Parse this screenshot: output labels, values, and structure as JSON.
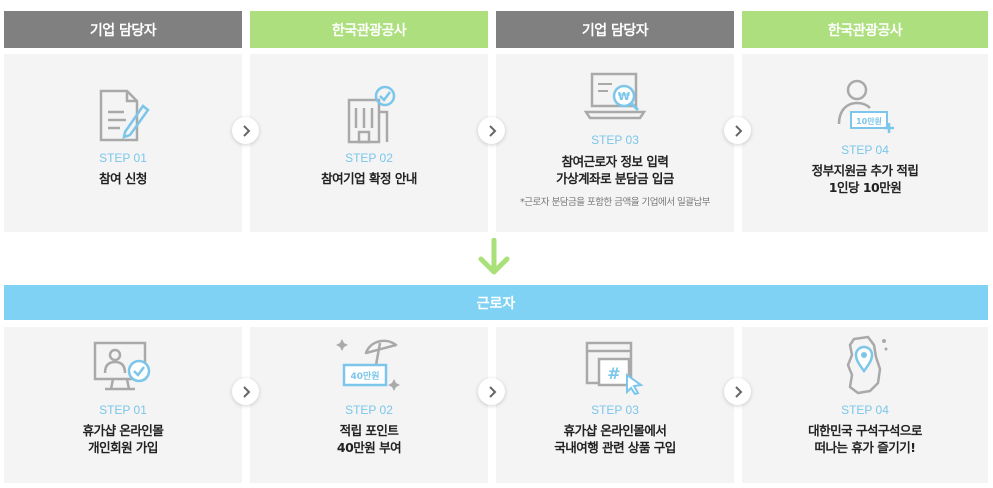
{
  "top": {
    "headers": [
      "기업 담당자",
      "한국관광공사",
      "기업 담당자",
      "한국관광공사"
    ],
    "steps": [
      {
        "step": "STEP 01",
        "line1": "참여 신청",
        "line2": ""
      },
      {
        "step": "STEP 02",
        "line1": "참여기업 확정 안내",
        "line2": ""
      },
      {
        "step": "STEP 03",
        "line1": "참여근로자 정보 입력",
        "line2": "가상계좌로 분담금 입금",
        "note": "*근로자 분담금을 포함한 금액을 기업에서 일괄납부"
      },
      {
        "step": "STEP 04",
        "line1": "정부지원금 추가 적립",
        "line2": "1인당 10만원",
        "badge": "10만원"
      }
    ]
  },
  "worker_band": {
    "label": "근로자"
  },
  "bottom": {
    "steps": [
      {
        "step": "STEP 01",
        "line1": "휴가샵 온라인몰",
        "line2": "개인회원 가입"
      },
      {
        "step": "STEP 02",
        "line1": "적립 포인트",
        "line2": "40만원 부여",
        "badge": "40만원"
      },
      {
        "step": "STEP 03",
        "line1": "휴가샵 온라인몰에서",
        "line2": "국내여행 관련 상품 구입"
      },
      {
        "step": "STEP 04",
        "line1": "대한민국 구석구석으로",
        "line2": "떠나는 휴가 즐기기!"
      }
    ]
  },
  "colors": {
    "gray_header": "#808080",
    "green_header": "#addf7e",
    "blue_band": "#7fd2f4",
    "step_blue": "#7bc6ea",
    "down_arrow": "#a9e07a"
  },
  "icons": {
    "top": [
      "document-pen-icon",
      "building-check-icon",
      "laptop-won-icon",
      "person-money-icon"
    ],
    "bottom": [
      "monitor-user-check-icon",
      "beach-points-icon",
      "shop-bag-cursor-icon",
      "korea-map-pin-icon"
    ],
    "connectors": "chevron-right-icon",
    "down": "arrow-down-icon"
  }
}
